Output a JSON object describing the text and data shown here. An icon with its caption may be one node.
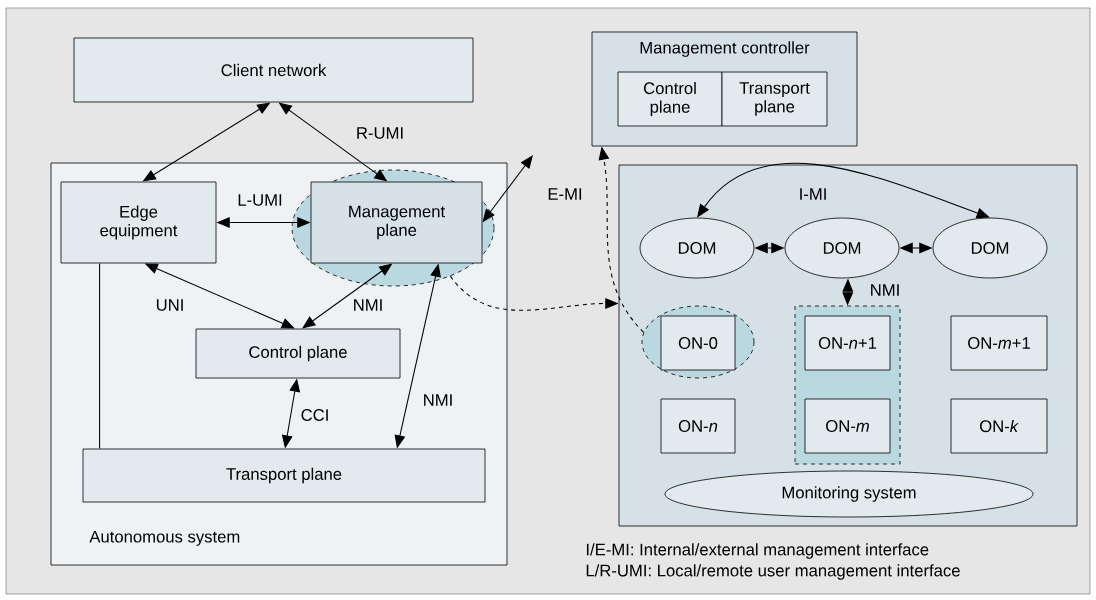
{
  "diagram": {
    "nodes": [
      {
        "text": [
          "Client network"
        ]
      },
      {
        "text": [
          "Autonomous system"
        ]
      },
      {
        "text": [
          "Edge equipment"
        ],
        "in": 1
      },
      {
        "text": [],
        "shape": "ellipse",
        "in": 1
      },
      {
        "text": [
          "Management plane"
        ],
        "in": 3
      },
      {
        "text": [
          "Control plane"
        ],
        "in": 1
      },
      {
        "text": [
          "Transport plane"
        ],
        "in": 1
      },
      {
        "text": [
          "Management controller"
        ]
      },
      {
        "text": [
          "Control plane"
        ],
        "in": 7
      },
      {
        "text": [
          "Transport plane"
        ],
        "in": 7
      },
      {
        "text": [],
        "shape": "box"
      },
      {
        "text": [
          "DOM"
        ],
        "in": 10
      },
      {
        "text": [
          "DOM"
        ],
        "in": 10
      },
      {
        "text": [
          "DOM"
        ],
        "in": 10
      },
      {
        "text": [],
        "shape": "ellipse",
        "in": 10
      },
      {
        "text": [
          "ON-0"
        ],
        "in": 14
      },
      {
        "text": [],
        "shape": "box",
        "in": 10
      },
      {
        "text": [
          "ON-*n*+1"
        ],
        "in": 16
      },
      {
        "text": [
          "ON-*m*+1"
        ],
        "in": 10
      },
      {
        "text": [
          "ON-*n*"
        ],
        "in": 10
      },
      {
        "text": [
          "ON-*m*"
        ],
        "in": 16
      },
      {
        "text": [
          "ON-*k*"
        ],
        "in": 10
      },
      {
        "text": [
          "Monitoring system"
        ],
        "in": 10
      }
    ],
    "edges": [
      {
        "from": 0,
        "to": 2,
        "arrow": "both"
      },
      {
        "from": 0,
        "to": 4,
        "arrow": "both",
        "label": "R-UMI"
      },
      {
        "from": 2,
        "to": 4,
        "arrow": "both",
        "label": "L-UMI"
      },
      {
        "from": 4,
        "to": null,
        "arrow": "both",
        "label": "E-MI"
      },
      {
        "from": 2,
        "to": 5,
        "arrow": "both",
        "label": "UNI"
      },
      {
        "from": 4,
        "to": 5,
        "arrow": "both",
        "label": "NMI"
      },
      {
        "from": 5,
        "to": 6,
        "arrow": "both",
        "label": "CCI"
      },
      {
        "from": 4,
        "to": 6,
        "arrow": "both",
        "label": "NMI"
      },
      {
        "from": 2,
        "to": 6,
        "arrow": "none"
      },
      {
        "from": 3,
        "to": 10,
        "arrow": "to",
        "style": "dashed"
      },
      {
        "from": 14,
        "to": 7,
        "arrow": "to",
        "style": "dashed"
      },
      {
        "from": 11,
        "to": 13,
        "arrow": "both",
        "label": "I-MI"
      },
      {
        "from": 11,
        "to": 12,
        "arrow": "both"
      },
      {
        "from": 12,
        "to": 13,
        "arrow": "both"
      },
      {
        "from": 12,
        "to": 16,
        "arrow": "both",
        "label": "NMI"
      }
    ],
    "labels": [
      "I/E-MI: Internal/external management interface",
      "L/R-UMI: Local/remote user management interface"
    ]
  }
}
